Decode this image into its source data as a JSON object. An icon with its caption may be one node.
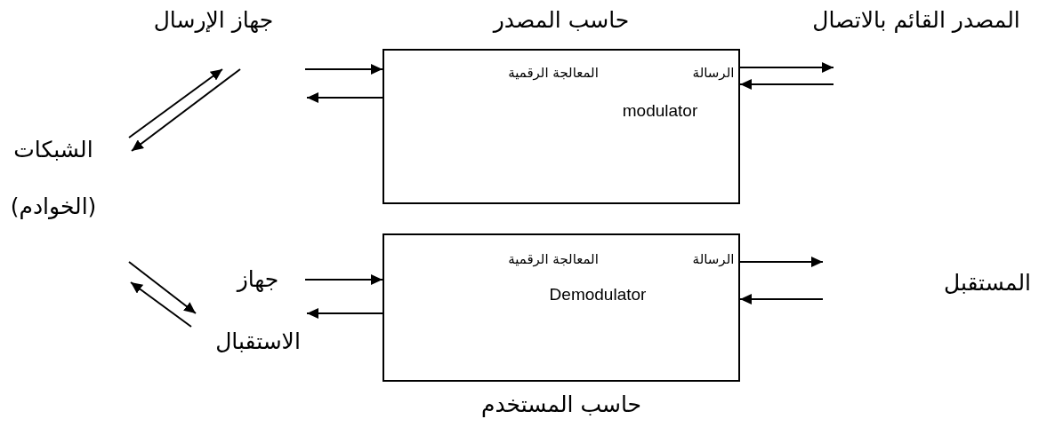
{
  "diagram": {
    "nodes": [
      {
        "text": [
          "حاسب المصدر",
          "الرسالة",
          "المعالجة الرقمية",
          "modulator"
        ]
      },
      {
        "text": [
          "المصدر القائم بالاتصال"
        ]
      },
      {
        "text": [
          "جهاز الإرسال"
        ]
      },
      {
        "text": [
          "الشبكات",
          "(الخوادم)"
        ]
      },
      {
        "text": [
          "حاسب المستخدم",
          "الرسالة",
          "المعالجة الرقمية",
          "Demodulator"
        ]
      },
      {
        "text": [
          "جهاز الاستقبال"
        ]
      },
      {
        "text": [
          "المستقبل"
        ]
      }
    ],
    "edges": [
      {
        "from": 2,
        "to": 0,
        "arrow": "to"
      },
      {
        "from": 0,
        "to": null,
        "arrow": "to"
      },
      {
        "from": 0,
        "to": 1,
        "arrow": "to"
      },
      {
        "from": 1,
        "to": 0,
        "arrow": "to"
      },
      {
        "from": 3,
        "to": 2,
        "arrow": "to"
      },
      {
        "from": 2,
        "to": 3,
        "arrow": "to"
      },
      {
        "from": 3,
        "to": 5,
        "arrow": "to"
      },
      {
        "from": 5,
        "to": null,
        "arrow": "to"
      },
      {
        "from": 5,
        "to": 4,
        "arrow": "to"
      },
      {
        "from": 4,
        "to": 5,
        "arrow": "to"
      },
      {
        "from": 4,
        "to": null,
        "arrow": "to"
      },
      {
        "from": null,
        "to": 4,
        "arrow": "to"
      }
    ]
  }
}
